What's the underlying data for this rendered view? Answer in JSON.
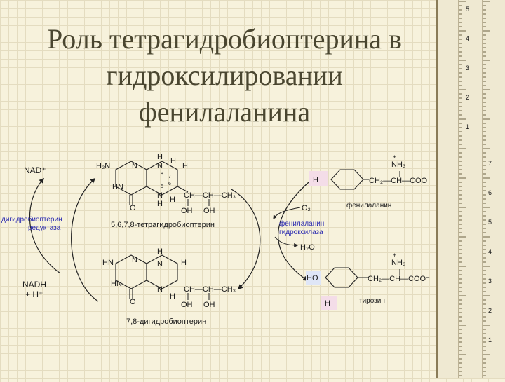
{
  "slide": {
    "title_lines": [
      "Роль тетрагидробиоптерина в",
      "гидроксилировании",
      "фенилаланина"
    ]
  },
  "colors": {
    "accent_blue": "#2a2ab0",
    "box_pink": "#f4dde8",
    "box_blue": "#dfe6f7",
    "title": "#4a4630"
  },
  "ruler": {
    "numbers": [
      "5",
      "4",
      "3",
      "2",
      "1",
      "7",
      "6",
      "5",
      "4",
      "3",
      "2",
      "1"
    ]
  },
  "diagram": {
    "cofactors": {
      "nad_plus": "NAD⁺",
      "nadh_line1": "NADH",
      "nadh_line2": "+ H⁺"
    },
    "enzymes": {
      "reductase_line1": "дигидробиоптерин",
      "reductase_line2": "редуктаза",
      "hydroxylase_line1": "фенилаланин",
      "hydroxylase_line2": "гидроксилаза"
    },
    "tetrahydro": {
      "name": "5,6,7,8-тетрагидробиоптерин",
      "h2n": "H₂N",
      "n_top": "N",
      "hn": "HN",
      "n1": "N",
      "n2": "N",
      "o": "O",
      "h_a": "H",
      "h_b": "H",
      "h_c": "H",
      "h_d": "H",
      "h_e": "H",
      "pos8": "8",
      "pos7": "7",
      "pos5": "5",
      "pos6": "6",
      "chain": "CH—CH—CH₃",
      "oh1": "OH",
      "oh2": "OH"
    },
    "dihydro": {
      "name": "7,8-дигидробиоптерин",
      "hn_left": "HN",
      "n_top": "N",
      "hn2": "HN",
      "n_right": "N",
      "n_low": "N",
      "o": "O",
      "h_a": "H",
      "h_b": "H",
      "h_c": "H",
      "chain": "CH—CH—CH₃",
      "oh1": "OH",
      "oh2": "OH"
    },
    "phenylalanine": {
      "name": "фенилаланин",
      "label_h": "H",
      "nh3": "NH₃",
      "plus": "+",
      "chain": "CH₂—CH—COO⁻"
    },
    "tyrosine": {
      "name": "тирозин",
      "label_h": "H",
      "ho": "HO",
      "nh3": "NH₃",
      "plus": "+",
      "chain": "CH₂—CH—COO⁻"
    },
    "reagents": {
      "o2": "O₂",
      "h2o": "H₂O"
    }
  }
}
